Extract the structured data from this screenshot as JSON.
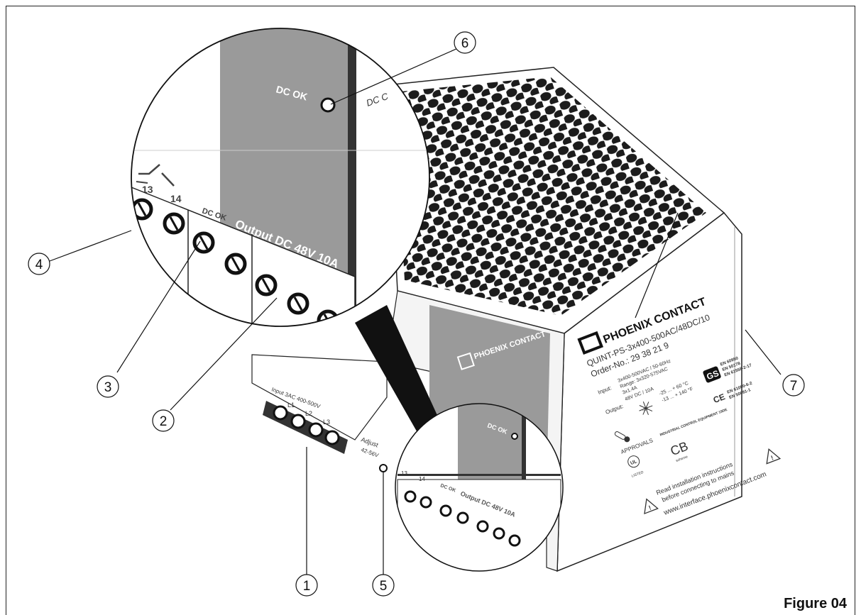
{
  "figure": {
    "caption": "Figure 04"
  },
  "callouts": [
    {
      "id": "1",
      "label": "1"
    },
    {
      "id": "2",
      "label": "2"
    },
    {
      "id": "3",
      "label": "3"
    },
    {
      "id": "4",
      "label": "4"
    },
    {
      "id": "5",
      "label": "5"
    },
    {
      "id": "6",
      "label": "6"
    },
    {
      "id": "7",
      "label": "7"
    }
  ],
  "zoom": {
    "dc_ok_led": "DC OK",
    "dc_partial": "DC C",
    "relay_13": "13",
    "relay_14": "14",
    "dc_ok_terminal": "DC OK",
    "output_label": "Output DC 48V 10A",
    "plus_1": "+",
    "plus_2": "+",
    "minus_1": "–",
    "minus_2": "–"
  },
  "device": {
    "brand_top": "PHOENIX CONTACT",
    "brand_side": "PHOENIX CONTACT",
    "model": "QUINT-PS-3x400-500AC/48DC/10",
    "order_no": "Order-No.: 29 38 21 9",
    "input_label": "Input:",
    "input_line1": "3x400-500VAC / 50-60Hz",
    "input_line2": "Range: 3x320-575VAC",
    "input_line3": "3x1.4A",
    "output_label": "Output:",
    "output_value": "48V DC / 10A",
    "temp_c": "-25 ... + 60 °C",
    "temp_f": "-13 ... + 140 °F",
    "temp_badge": "-25",
    "en_1": "EN 60950",
    "en_2": "EN 50178",
    "en_3": "EN 61558-2-17",
    "en_4": "EN 61000-6-2",
    "en_5": "EN 50081-1",
    "approvals": "APPROVALS",
    "industrial": "INDUSTRIAL CONTROL EQUIPMENT 19DE",
    "listed": "LISTED",
    "cb": "CB",
    "scheme": "scheme",
    "gs": "GS",
    "ce": "CE",
    "ul": "UL",
    "read_1": "Read installation instructions",
    "read_2": "before connecting to mains",
    "website": "www.interface.phoenixcontact.com",
    "input_terminal": "Input 3AC 400-500V",
    "l1": "L1",
    "l2": "L2",
    "l3": "L3",
    "adjust": "Adjust",
    "adjust_range": "42-56V",
    "small_dc_ok": "DC OK",
    "small_dc_ok_term": "DC OK",
    "small_output": "Output DC 48V 10A",
    "small_13": "13",
    "small_14": "14"
  },
  "colors": {
    "gray_panel": "#9a9a9a",
    "dark_hex": "#1c1c1c"
  }
}
